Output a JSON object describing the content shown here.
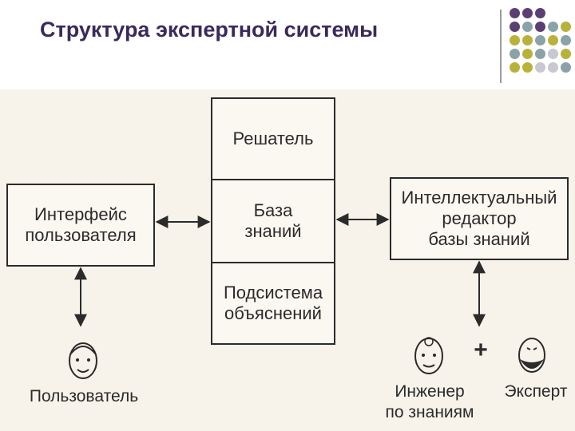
{
  "slide": {
    "title": "Структура экспертной системы"
  },
  "diagram": {
    "center_boxes": {
      "solver": "Решатель",
      "knowledge_base": "База\nзнаний",
      "explanation": "Подсистема\nобъяснений"
    },
    "user_interface": "Интерфейс\nпользователя",
    "editor": "Интеллектуальный\nредактор\nбазы знаний",
    "user_label": "Пользователь",
    "engineer_label": "Инженер\nпо знаниям",
    "expert_label": "Эксперт",
    "plus_sign": "+"
  },
  "colors": {
    "title": "#3a2a5a",
    "dot_purple": "#5c3f72",
    "dot_teal": "#8aa3a8",
    "dot_yellow": "#b9b23a",
    "dot_gray": "#c8c8d0"
  }
}
